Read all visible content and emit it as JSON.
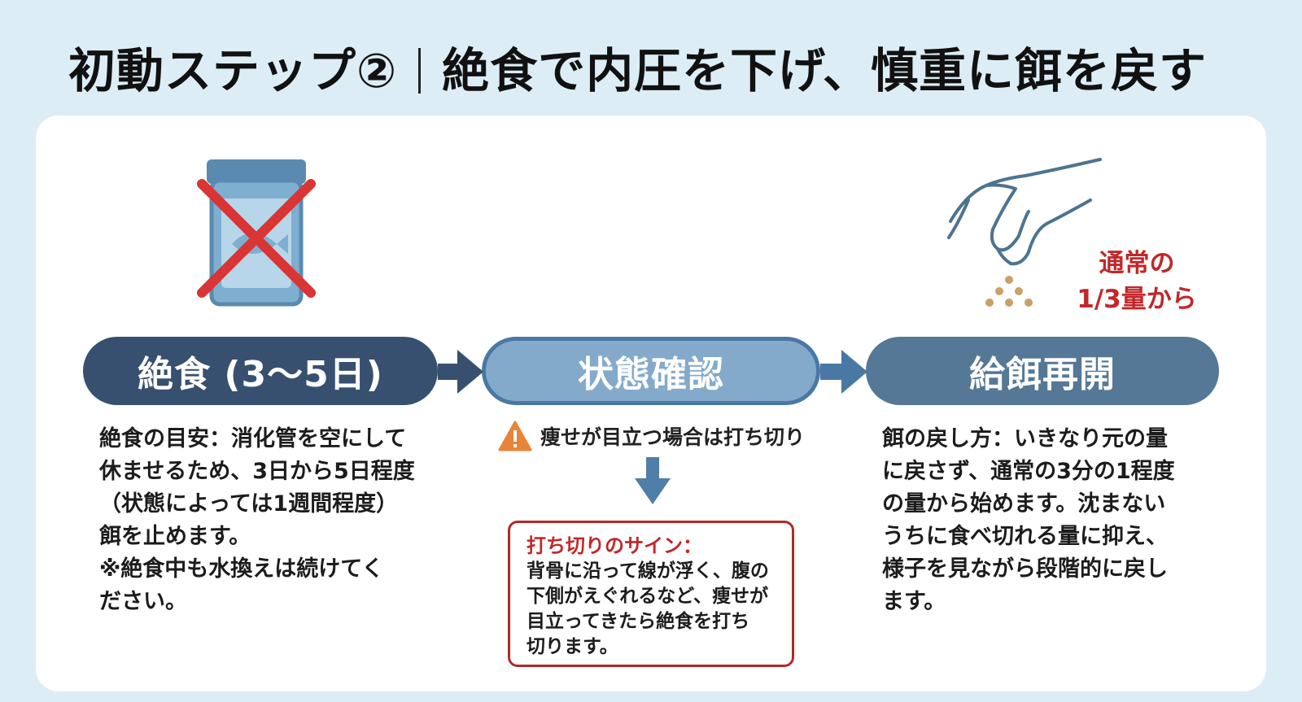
{
  "header": {
    "title_left": "初動ステップ②",
    "title_right": "絶食で内圧を下げ、慎重に餌を戻す"
  },
  "steps": [
    {
      "label": "絶食 (3〜5日)",
      "icon": "fasting-no-food-icon",
      "description": [
        "絶食の目安：消化管を空にして",
        "休ませるため、3日から5日程度",
        "（状態によっては1週間程度）",
        "餌を止めます。",
        "※絶食中も水換えは続けてく",
        "ださい。"
      ]
    },
    {
      "label": "状態確認",
      "warning": "痩せが目立つ場合は打ち切り",
      "sign_title": "打ち切りのサイン：",
      "sign_text": [
        "背骨に沿って線が浮く、腹の",
        "下側がえぐれるなど、痩せが",
        "目立ってきたら絶食を打ち",
        "切ります。"
      ]
    },
    {
      "label": "給餌再開",
      "icon": "hand-feeding-icon",
      "note": [
        "通常の",
        "1/3量から"
      ],
      "description": [
        "餌の戻し方：いきなり元の量",
        "に戻さず、通常の3分の1程度",
        "の量から始めます。沈まない",
        "うちに食べ切れる量に抑え、",
        "様子を見ながら段階的に戻し",
        "ます。"
      ]
    }
  ],
  "colors": {
    "background": "#dcedf5",
    "pill_dark": "#38506f",
    "pill_light": "#84aacb",
    "pill_mid": "#557896",
    "alert_red": "#c0282a",
    "warning_orange": "#e8843a"
  }
}
